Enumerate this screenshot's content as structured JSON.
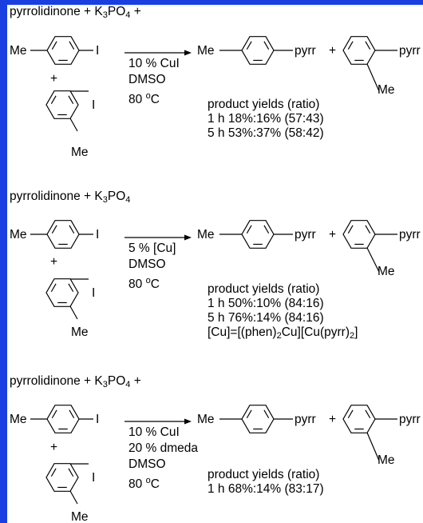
{
  "colors": {
    "frame": "#1a3fe0",
    "ink": "#000000"
  },
  "common": {
    "reagent_prefix": "pyrrolidinone  +  K",
    "k_sub": "3",
    "po": "PO",
    "po_sub": "4",
    "trailing_plus": " +",
    "me": "Me",
    "iodo": "I",
    "plus": "+",
    "pyrr": "pyrr",
    "dmso": "DMSO",
    "temp_value": "80 ",
    "temp_deg": "o",
    "temp_unit": "C",
    "yields_header": "product yields  (ratio)"
  },
  "schemes": [
    {
      "conditions": [
        "10 % CuI"
      ],
      "results": [
        "1 h  18%:16%  (57:43)",
        "5 h  53%:37%  (58:42)"
      ]
    },
    {
      "catalyst": "5 % [Cu]",
      "yields_header": "product yields (ratio)",
      "results": [
        "1 h 50%:10% (84:16)",
        "5 h 76%:14% (84:16)"
      ],
      "definition_parts": {
        "a": "[Cu]=[(phen)",
        "a_sub": "2",
        "b": "Cu][Cu(pyrr)",
        "b_sub": "2",
        "c": "]"
      }
    },
    {
      "conditions": [
        "10 % CuI",
        "20 % dmeda"
      ],
      "results": [
        "1 h 68%:14%  (83:17)"
      ]
    }
  ]
}
